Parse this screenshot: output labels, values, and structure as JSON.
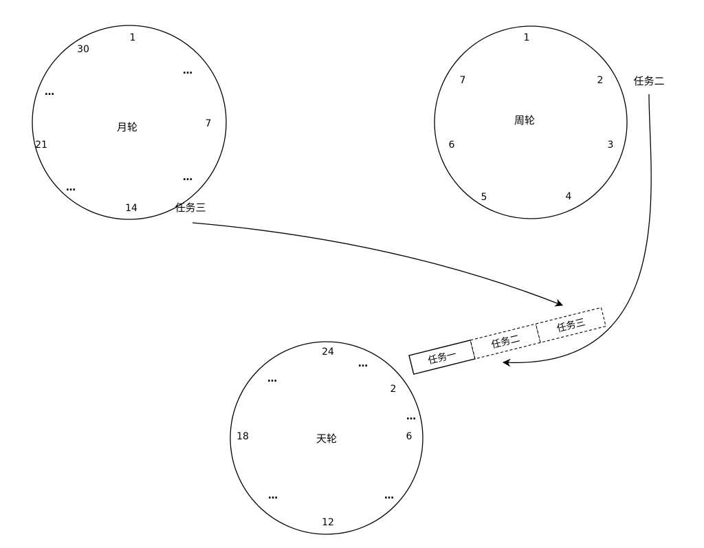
{
  "diagram": {
    "wheels": {
      "month": {
        "title": "月轮",
        "ticks": [
          "1",
          "…",
          "7",
          "…",
          "14",
          "…",
          "21",
          "…",
          "30"
        ]
      },
      "week": {
        "title": "周轮",
        "ticks": [
          "1",
          "2",
          "3",
          "4",
          "5",
          "6",
          "7"
        ]
      },
      "day": {
        "title": "天轮",
        "ticks": [
          "24",
          "…",
          "2",
          "…",
          "6",
          "…",
          "12",
          "…",
          "18",
          "…"
        ]
      }
    },
    "labels": {
      "task_three": "任务三",
      "task_two": "任务二"
    },
    "queue": [
      {
        "label": "任务一",
        "border": "solid"
      },
      {
        "label": "任务二",
        "border": "dashed"
      },
      {
        "label": "任务三",
        "border": "dashed"
      }
    ]
  }
}
